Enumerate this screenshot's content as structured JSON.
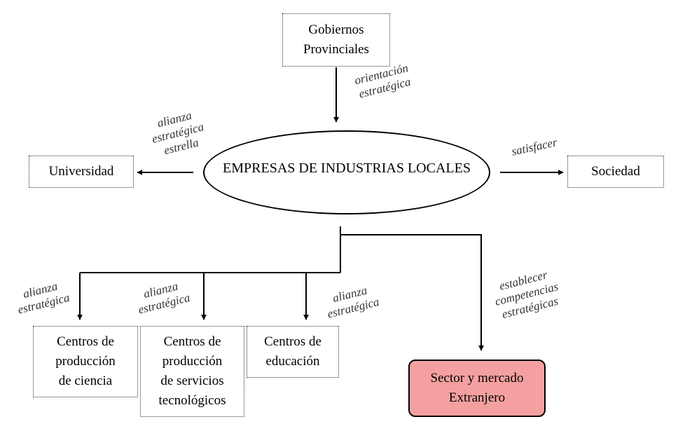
{
  "diagram": {
    "title": "EMPRESAS DE INDUSTRIAS LOCALES",
    "nodes": {
      "gobiernos": [
        "Gobiernos",
        "Provinciales"
      ],
      "universidad": "Universidad",
      "sociedad": "Sociedad",
      "ciencia": [
        "Centros de",
        "producción",
        "de ciencia"
      ],
      "servicios": [
        "Centros de",
        "producción",
        "de servicios",
        "tecnológicos"
      ],
      "educacion": [
        "Centros de",
        "educación"
      ],
      "sector": [
        "Sector y mercado",
        "Extranjero"
      ]
    },
    "edge_labels": {
      "orientacion": [
        "orientación",
        "estratégica"
      ],
      "alianza_estrella": [
        "alianza",
        "estratégica",
        "estrella"
      ],
      "satisfacer": "satisfacer",
      "alianza_1": [
        "alianza",
        "estratégica"
      ],
      "alianza_2": [
        "alianza",
        "estratégica"
      ],
      "alianza_3": [
        "alianza",
        "estratégica"
      ],
      "competencias": [
        "establecer",
        "competencias",
        "estratégicas"
      ]
    },
    "colors": {
      "sector_fill": "#f4a0a0",
      "line": "#000000"
    }
  }
}
